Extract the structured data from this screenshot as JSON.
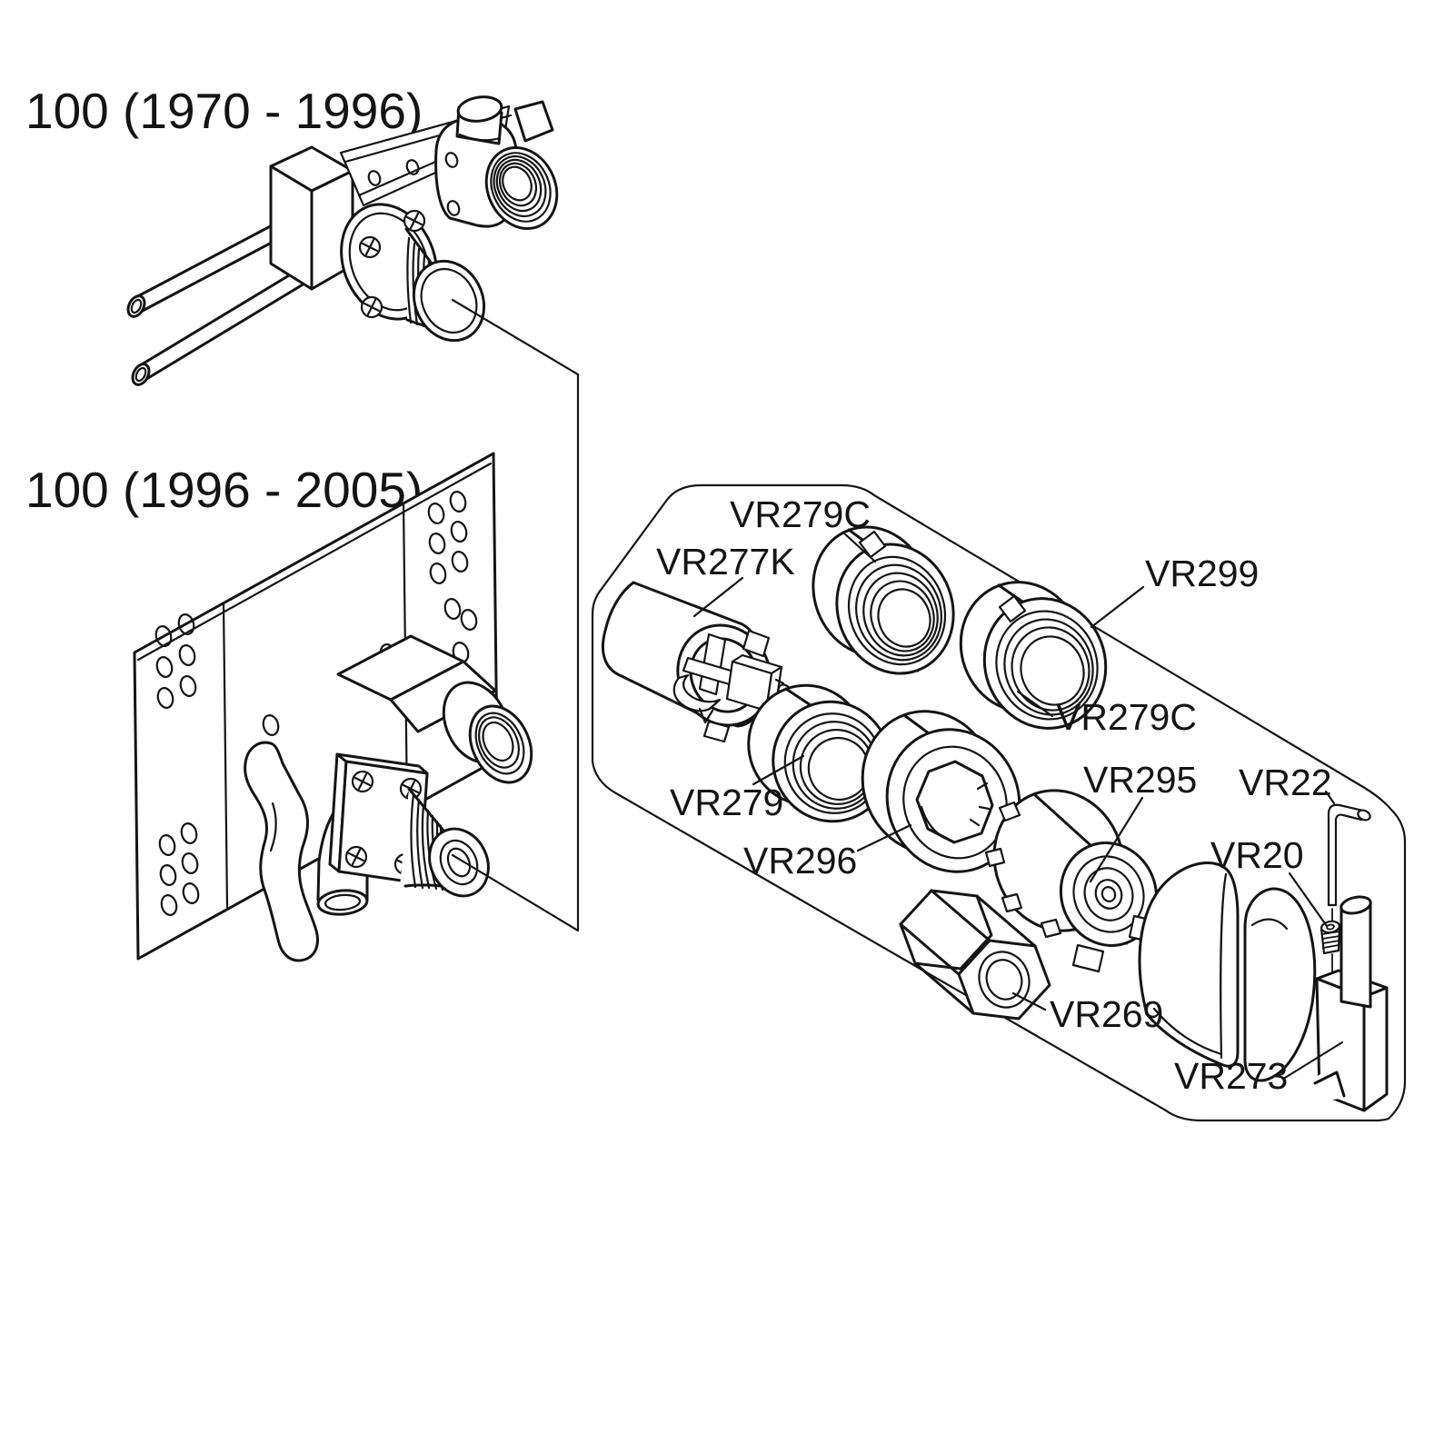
{
  "diagram": {
    "background": "#ffffff",
    "line_color": "#141414",
    "titles": {
      "range_old": "100 (1970 - 1996)",
      "range_new": "100 (1996 - 2005)"
    },
    "callouts": {
      "vr279c_top": "VR279C",
      "vr277k": "VR277K",
      "vr299": "VR299",
      "vr279c_right": "VR279C",
      "vr279": "VR279",
      "vr296": "VR296",
      "vr295": "VR295",
      "vr22": "VR22",
      "vr20": "VR20",
      "vr269": "VR269",
      "vr273": "VR273"
    }
  }
}
